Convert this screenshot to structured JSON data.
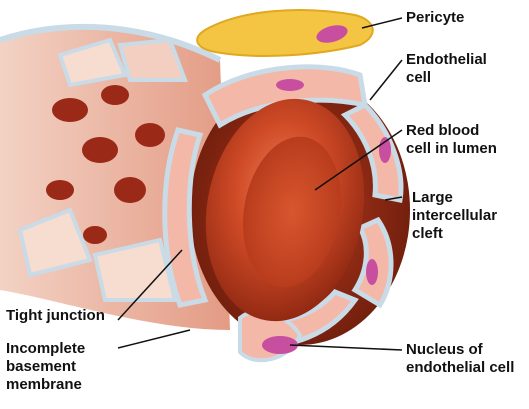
{
  "labels": {
    "pericyte": "Pericyte",
    "endothelial_cell": [
      "Endothelial",
      "cell"
    ],
    "red_blood_cell": [
      "Red blood",
      "cell in lumen"
    ],
    "cleft": [
      "Large",
      "intercellular",
      "cleft"
    ],
    "tight_junction": "Tight junction",
    "basement_membrane": [
      "Incomplete",
      "basement",
      "membrane"
    ],
    "nucleus": [
      "Nucleus of",
      "endothelial cell"
    ]
  },
  "colors": {
    "pericyte": "#f4c542",
    "endothelium": "#f4b8a8",
    "nucleus": "#c84fa0",
    "red_blood_cell": "#c7381d",
    "lumen": "#8f2a14",
    "basement_membrane": "#c9dbe6",
    "leader_line": "#111111"
  }
}
